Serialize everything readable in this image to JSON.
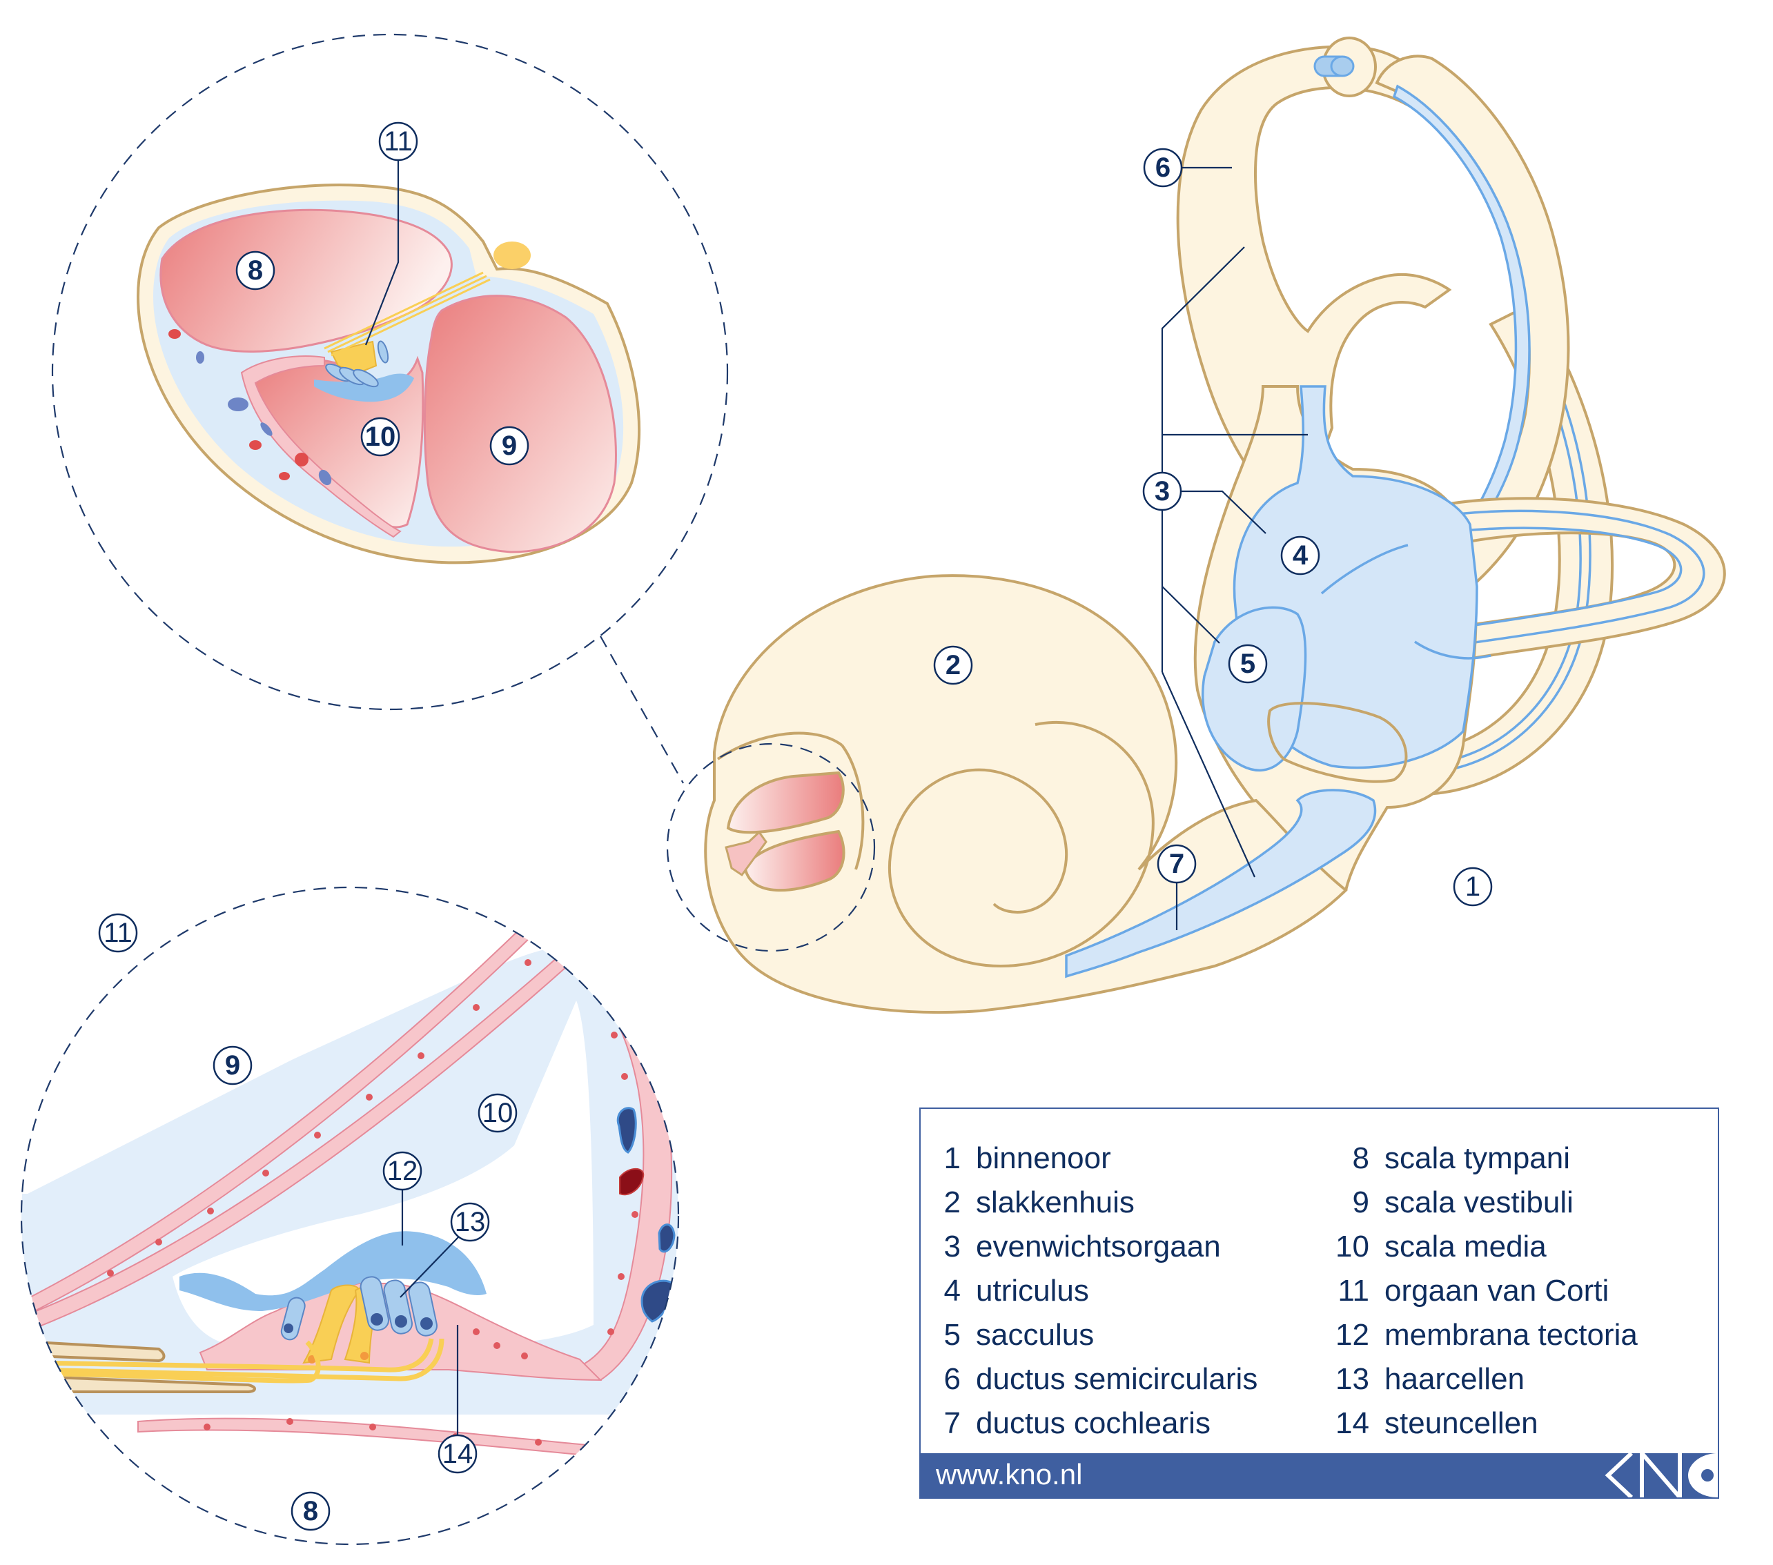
{
  "figure": {
    "title": "binnenoor",
    "callouts": {
      "main": [
        {
          "id": "1",
          "text": "1"
        },
        {
          "id": "2",
          "text": "2"
        },
        {
          "id": "3",
          "text": "3"
        },
        {
          "id": "4",
          "text": "4"
        },
        {
          "id": "5",
          "text": "5"
        },
        {
          "id": "6",
          "text": "6"
        },
        {
          "id": "7",
          "text": "7"
        }
      ],
      "cross_section": [
        {
          "id": "8",
          "text": "8"
        },
        {
          "id": "9",
          "text": "9"
        },
        {
          "id": "10",
          "text": "10"
        },
        {
          "id": "11",
          "text": "11"
        }
      ],
      "corti_detail": [
        {
          "id": "8",
          "text": "8"
        },
        {
          "id": "9",
          "text": "9"
        },
        {
          "id": "10",
          "text": "10"
        },
        {
          "id": "11",
          "text": "11"
        },
        {
          "id": "12",
          "text": "12"
        },
        {
          "id": "13",
          "text": "13"
        },
        {
          "id": "14",
          "text": "14"
        }
      ]
    }
  },
  "legend": {
    "left": [
      {
        "num": "1",
        "term": "binnenoor"
      },
      {
        "num": "2",
        "term": "slakkenhuis"
      },
      {
        "num": "3",
        "term": "evenwichtsorgaan"
      },
      {
        "num": "4",
        "term": "utriculus"
      },
      {
        "num": "5",
        "term": "sacculus"
      },
      {
        "num": "6",
        "term": "ductus semicircularis"
      },
      {
        "num": "7",
        "term": "ductus cochlearis"
      }
    ],
    "right": [
      {
        "num": "8",
        "term": "scala tympani"
      },
      {
        "num": "9",
        "term": "scala vestibuli"
      },
      {
        "num": "10",
        "term": "scala media"
      },
      {
        "num": "11",
        "term": "orgaan van Corti"
      },
      {
        "num": "12",
        "term": "membrana tectoria"
      },
      {
        "num": "13",
        "term": "haarcellen"
      },
      {
        "num": "14",
        "term": "steuncellen"
      }
    ],
    "footer_url": "www.kno.nl",
    "logo": "KNO"
  },
  "colors": {
    "navy": "#0f2d5e",
    "footer_blue": "#3f5fa0",
    "bone_cream": "#fdf4e0",
    "bone_outline": "#c6a56a",
    "endolymph_blue": "#d4e6f8",
    "duct_outline": "#6aa8e6",
    "scala_pink": "#ea7d7d",
    "membrane_pink": "#f7c6cb",
    "tectorial_blue": "#8fc0ec",
    "nerve_yellow": "#f9cf55"
  }
}
